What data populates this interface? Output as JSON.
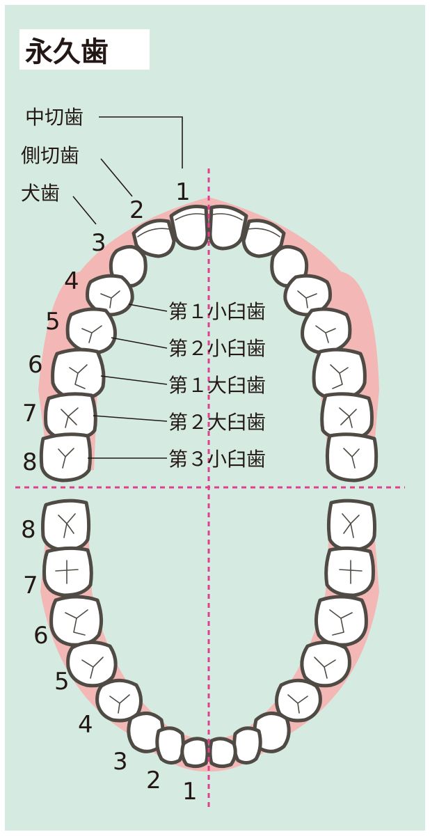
{
  "title": "永久歯",
  "colors": {
    "background": "#d5ebe1",
    "gum": "#f3b8b5",
    "tooth_outline": "#4f4a44",
    "midline": "#df3f8c"
  },
  "upper_labels": {
    "central_incisor": "中切歯",
    "lateral_incisor": "側切歯",
    "canine": "犬歯",
    "first_premolar": "第１小臼歯",
    "second_premolar": "第２小臼歯",
    "first_molar": "第１大臼歯",
    "second_molar": "第２大臼歯",
    "third_molar": "第３小臼歯"
  },
  "upper_numbers": [
    "1",
    "2",
    "3",
    "4",
    "5",
    "6",
    "7",
    "8"
  ],
  "lower_numbers": [
    "8",
    "7",
    "6",
    "5",
    "4",
    "3",
    "2",
    "1"
  ]
}
